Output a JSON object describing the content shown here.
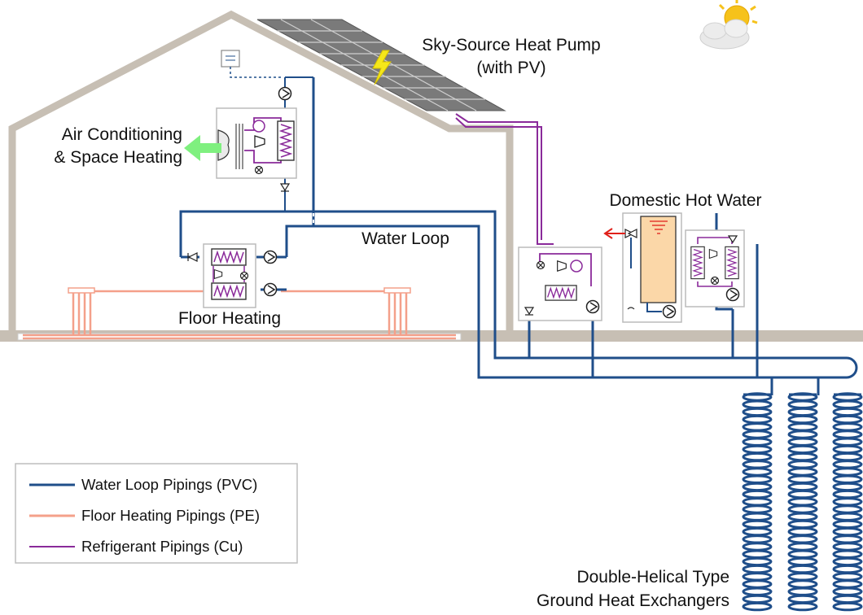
{
  "labels": {
    "sky_source": "Sky-Source Heat Pump",
    "sky_source_sub": "(with PV)",
    "air_conditioning": "Air Conditioning",
    "space_heating": "& Space Heating",
    "domestic_hot_water": "Domestic Hot Water",
    "water_loop": "Water Loop",
    "floor_heating": "Floor Heating",
    "ghe_line1": "Double-Helical Type",
    "ghe_line2": "Ground Heat Exchangers"
  },
  "legend": {
    "items": [
      {
        "label": "Water Loop Pipings (PVC)",
        "color": "#1f4e8a"
      },
      {
        "label": "Floor Heating Pipings (PE)",
        "color": "#f4a08a"
      },
      {
        "label": "Refrigerant Pipings (Cu)",
        "color": "#8a2a9a"
      }
    ]
  },
  "colors": {
    "water": "#1f4e8a",
    "floor": "#f4a08a",
    "refrigerant": "#8a2a9a",
    "house": "#c7bfb4",
    "tank": "#fbd7a8",
    "air_arrow": "#7ff07f",
    "hot_arrow": "#e0201a"
  }
}
